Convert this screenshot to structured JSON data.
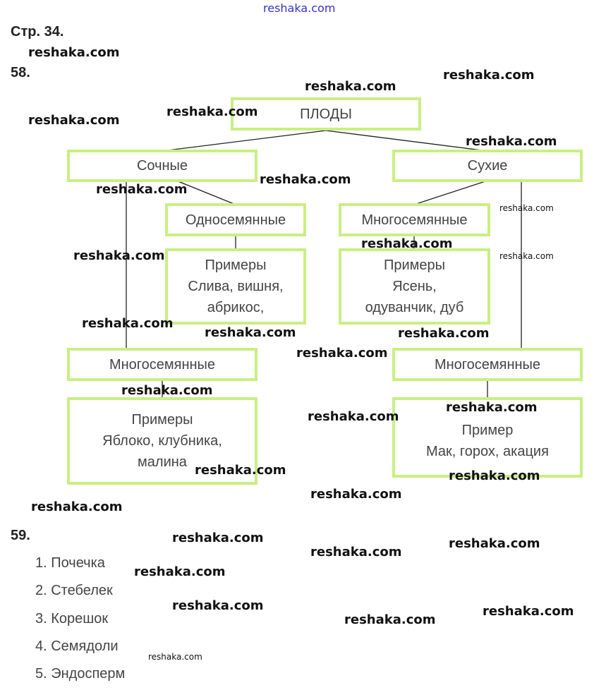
{
  "page_label": "Стр. 34.",
  "task58": {
    "number": "58.",
    "root": "ПЛОДЫ",
    "juicy": "Сочные",
    "dry": "Сухие",
    "juicy_single": "Односемянные",
    "juicy_single_examples": [
      "Примеры",
      "Слива, вишня,",
      "абрикос,"
    ],
    "dry_multi_top": "Многосемянные",
    "dry_multi_top_examples": [
      "Примеры",
      "Ясень,",
      "одуванчик, дуб"
    ],
    "juicy_multi": "Многосемянные",
    "juicy_multi_examples": [
      "Примеры",
      "Яблоко, клубника,",
      "малина"
    ],
    "dry_multi": "Многосемянные",
    "dry_multi_examples": [
      "Пример",
      "Мак, горох, акация"
    ]
  },
  "task59": {
    "number": "59.",
    "items": [
      "1. Почечка",
      "2. Стебелек",
      "3. Корешок",
      "4. Семядоли",
      "5. Эндосперм"
    ]
  },
  "watermark": "reshaka.com"
}
